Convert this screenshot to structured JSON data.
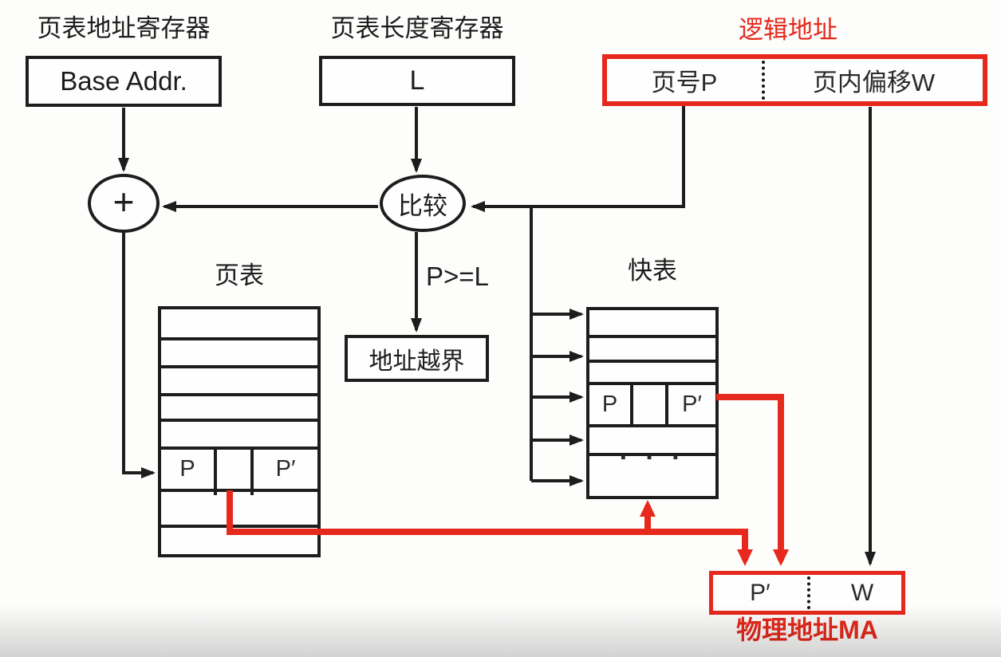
{
  "colors": {
    "red": "#e6291c",
    "black": "#1d1d1d"
  },
  "registers": {
    "address": {
      "label": "页表地址寄存器",
      "value": "Base Addr."
    },
    "length": {
      "label": "页表长度寄存器",
      "value": "L"
    }
  },
  "logical_address": {
    "title": "逻辑地址",
    "page_field": "页号P",
    "offset_field": "页内偏移W"
  },
  "adder": {
    "symbol": "+"
  },
  "comparator": {
    "label": "比较",
    "condition": "P>=L"
  },
  "fault": {
    "label": "地址越界"
  },
  "page_table": {
    "title": "页表",
    "entry_page": "P",
    "entry_frame": "P′"
  },
  "tlb": {
    "title": "快表",
    "entry_page": "P",
    "entry_frame": "P′",
    "ellipsis": "·  ·  ·"
  },
  "physical_address": {
    "title": "物理地址MA",
    "frame_field": "P′",
    "offset_field": "W"
  }
}
